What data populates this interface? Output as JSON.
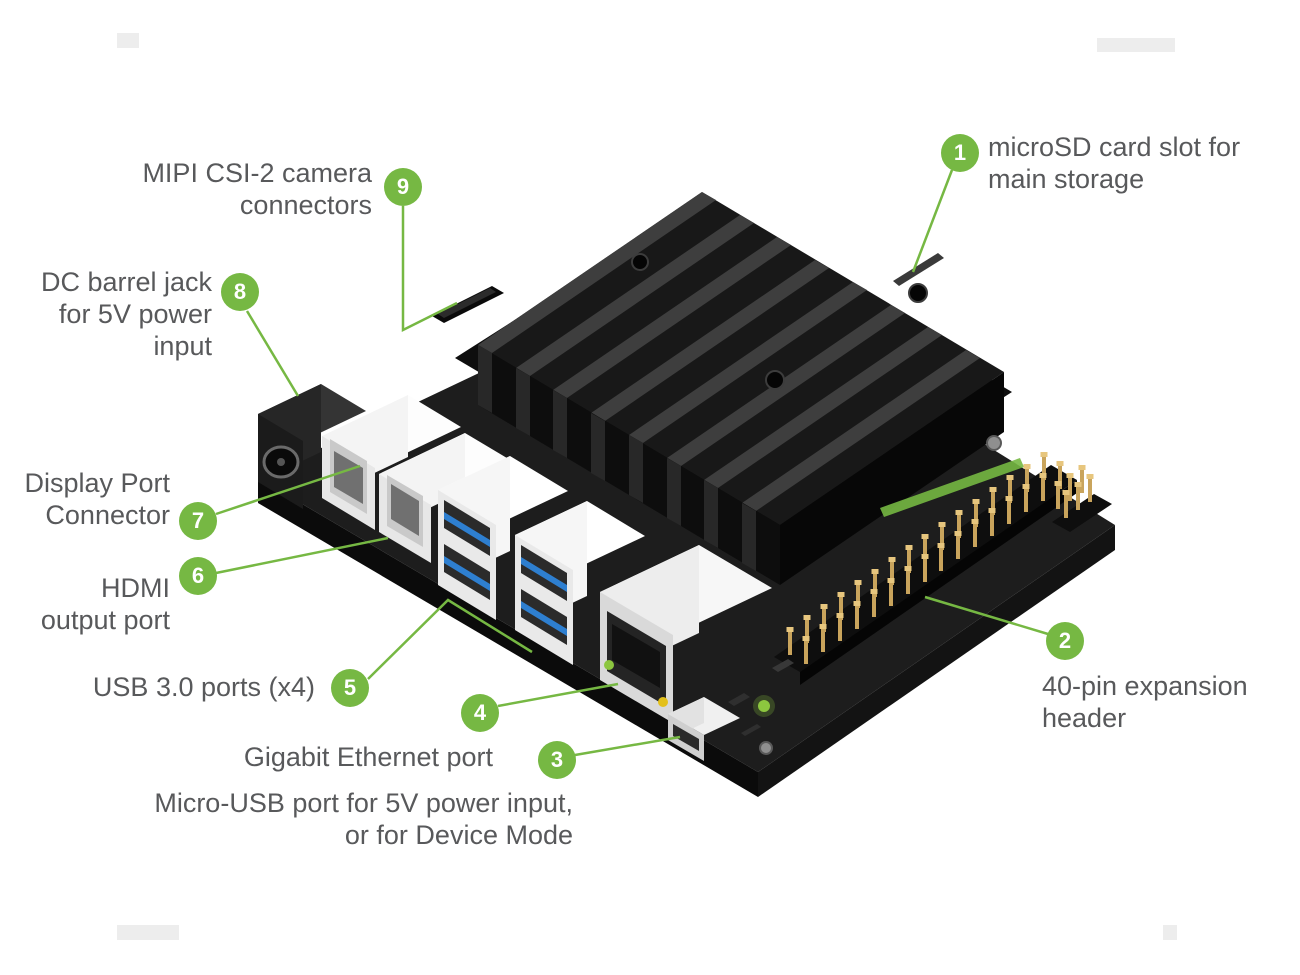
{
  "colors": {
    "accent": "#76b843",
    "text": "#58595b",
    "pcb": "#1d1d1d",
    "heatsink": "#181818",
    "connector_white": "#fdfdfd",
    "usb_blue": "#2e7fd0",
    "pin_gold": "#c9a45c",
    "led_green": "#8cc63f",
    "led_yellow": "#e3c01a"
  },
  "callouts": [
    {
      "number": "1",
      "lines": [
        "microSD card slot for",
        "main storage"
      ]
    },
    {
      "number": "2",
      "lines": [
        "40-pin expansion",
        "header"
      ]
    },
    {
      "number": "3",
      "lines": [
        "Micro-USB port for 5V power input,",
        "or for Device Mode"
      ]
    },
    {
      "number": "4",
      "lines": [
        "Gigabit Ethernet port"
      ]
    },
    {
      "number": "5",
      "lines": [
        "USB 3.0 ports (x4)"
      ]
    },
    {
      "number": "6",
      "lines": [
        "HDMI",
        "output port"
      ]
    },
    {
      "number": "7",
      "lines": [
        "Display Port",
        "Connector"
      ]
    },
    {
      "number": "8",
      "lines": [
        "DC barrel jack",
        "for 5V power",
        "input"
      ]
    },
    {
      "number": "9",
      "lines": [
        "MIPI CSI-2 camera",
        "connectors"
      ]
    }
  ]
}
